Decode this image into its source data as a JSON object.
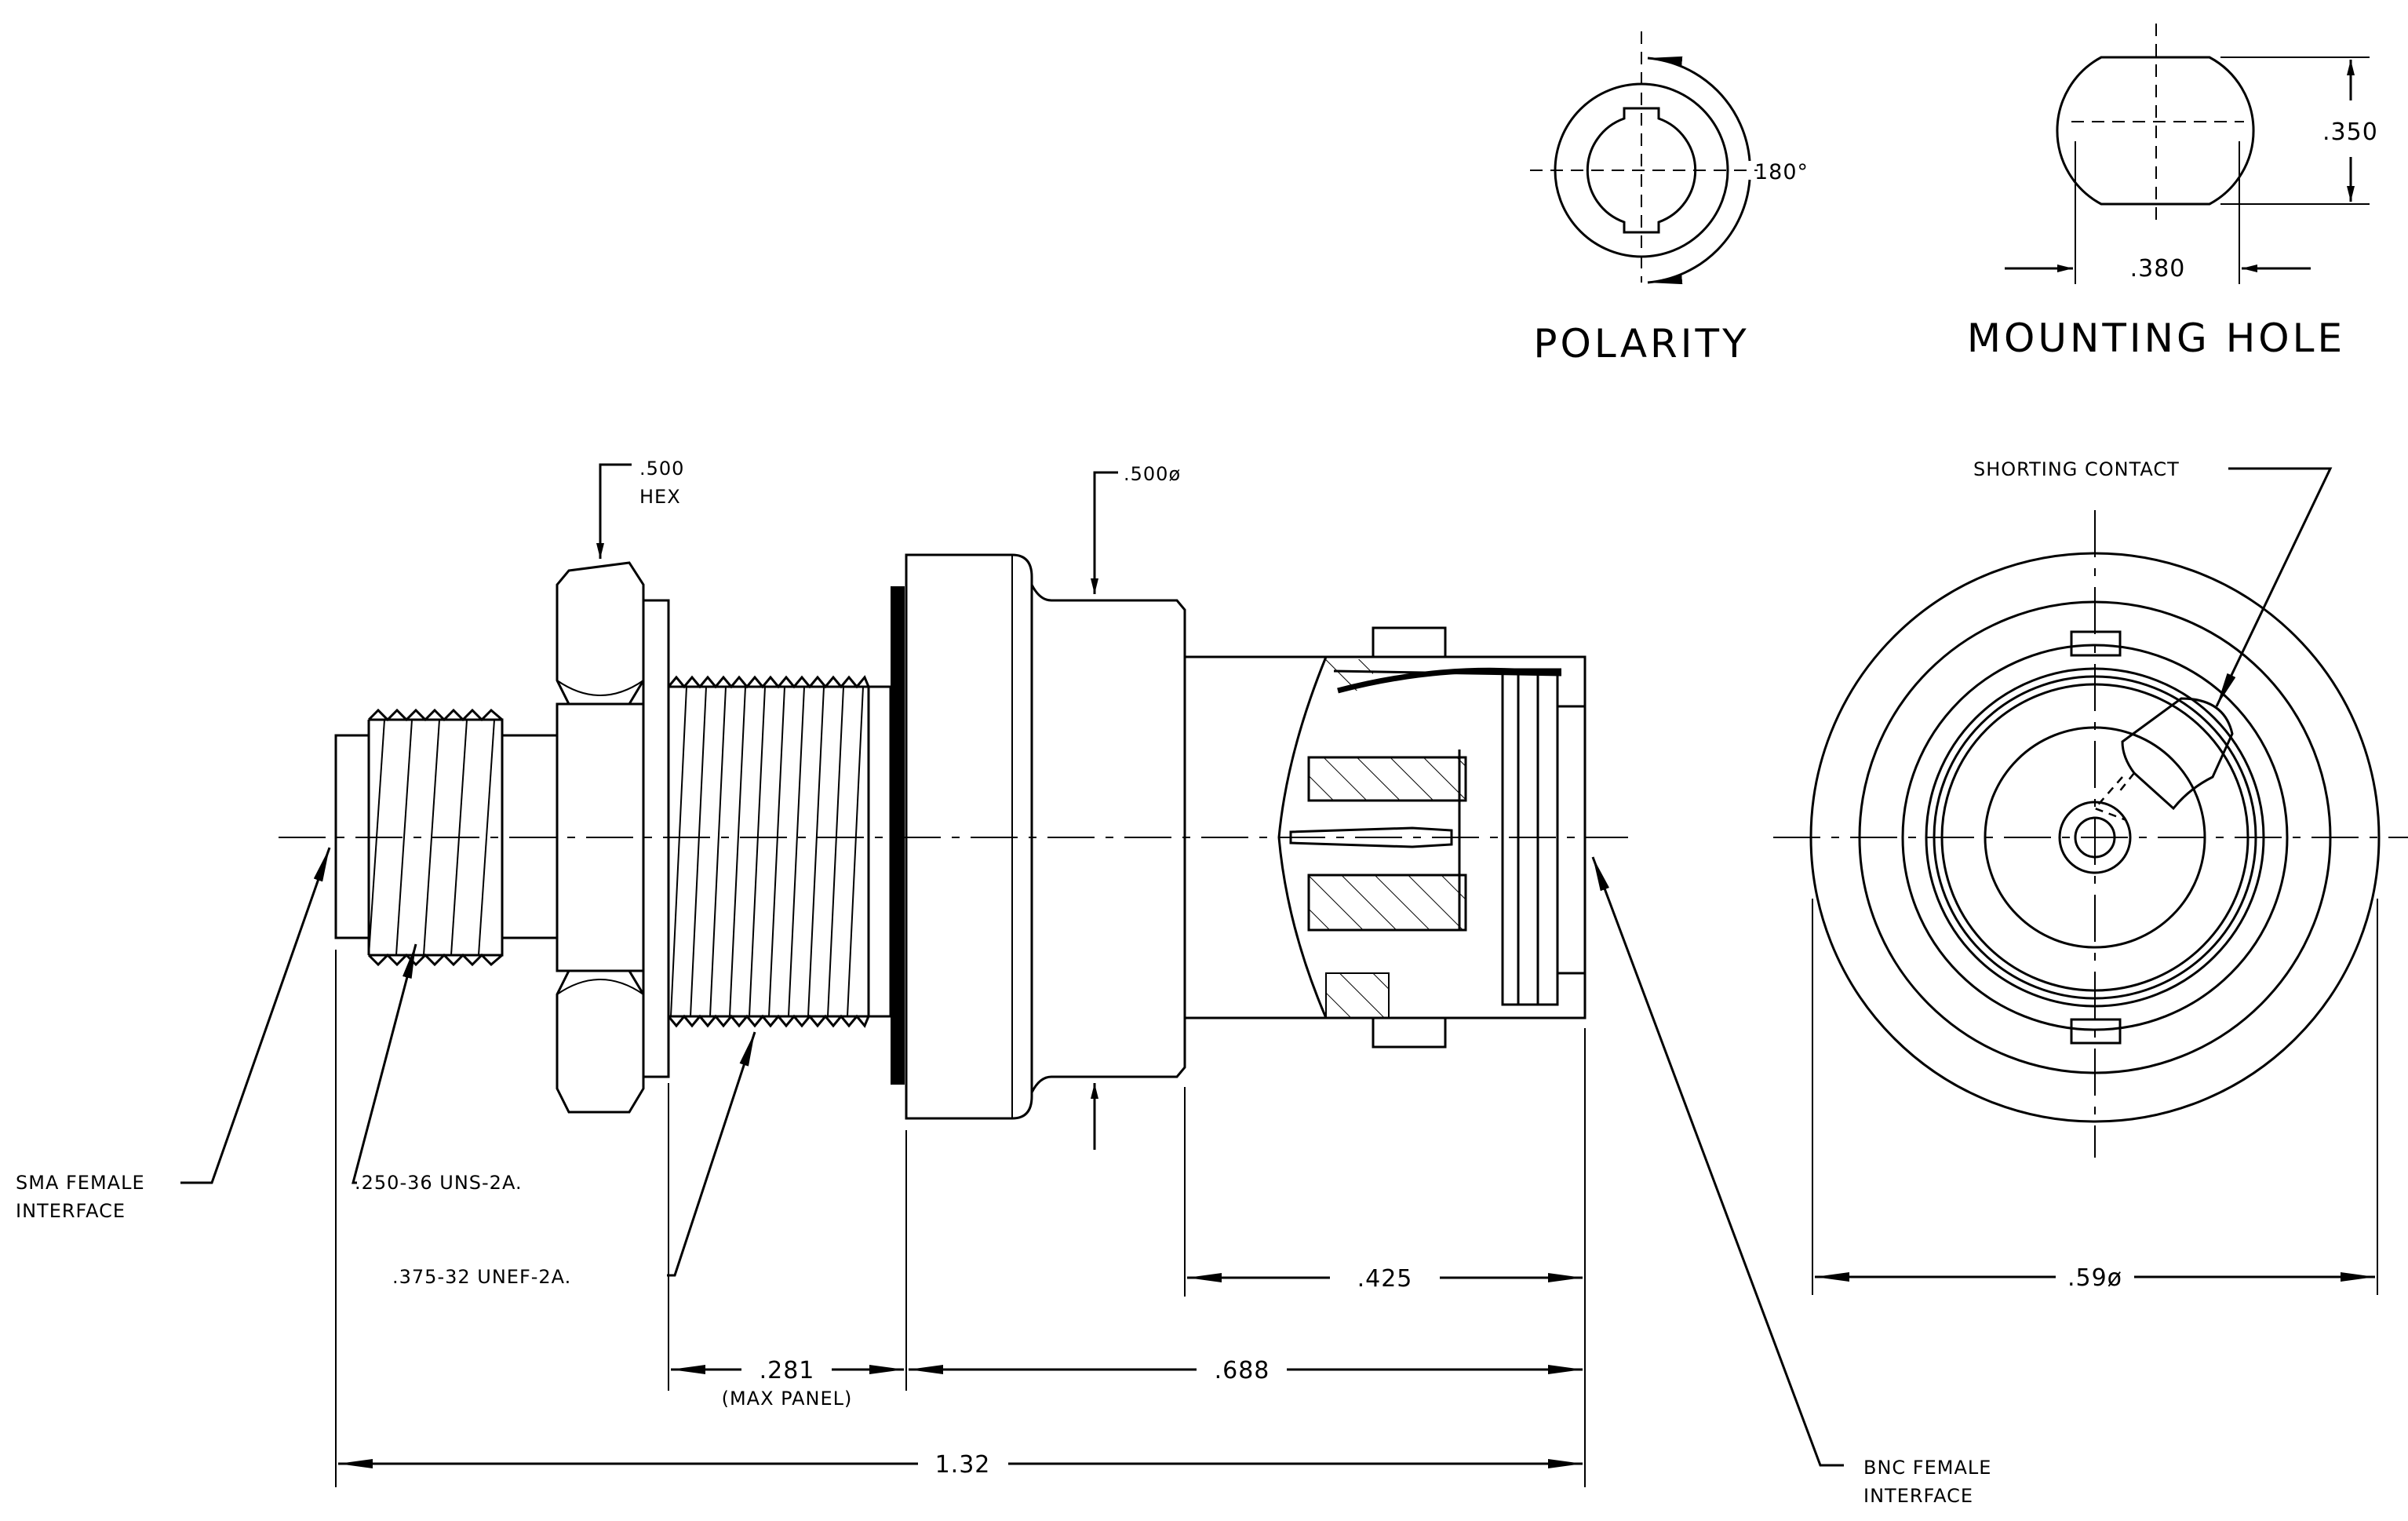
{
  "views": {
    "polarity": {
      "title": "POLARITY",
      "angle_label": "180°"
    },
    "mounting_hole": {
      "title": "MOUNTING HOLE",
      "height_label": ".350",
      "width_label": ".380"
    },
    "end_view": {
      "callout": "SHORTING CONTACT",
      "diameter_label": ".59ø"
    }
  },
  "side_view": {
    "hex_label": ".500",
    "hex_sub": "HEX",
    "diameter_label": ".500ø",
    "sma_line1": "SMA FEMALE",
    "sma_line2": "INTERFACE",
    "thread_small": ".250-36 UNS-2A.",
    "thread_large": ".375-32 UNEF-2A.",
    "bnc_line1": "BNC FEMALE",
    "bnc_line2": "INTERFACE",
    "dim_425": ".425",
    "dim_281": ".281",
    "dim_281_sub": "(MAX PANEL)",
    "dim_688": ".688",
    "dim_132": "1.32"
  }
}
